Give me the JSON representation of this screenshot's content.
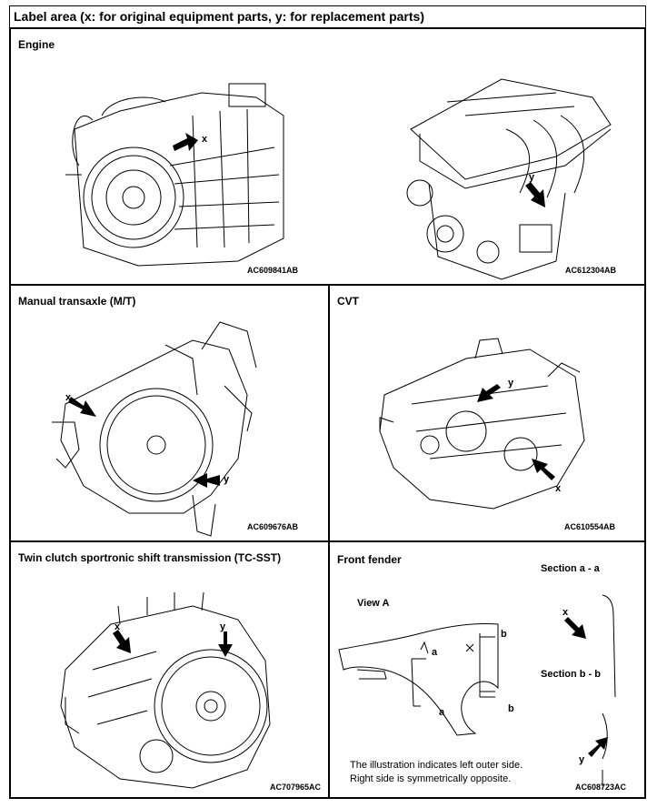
{
  "header": {
    "title": "Label area (x: for original equipment parts, y: for replacement parts)"
  },
  "panels": [
    {
      "label": "Engine",
      "codes": [
        "AC609841AB",
        "AC612304AB"
      ],
      "markers": [
        "x",
        "y"
      ]
    },
    {
      "label": "Manual transaxle (M/T)",
      "codes": [
        "AC609676AB"
      ],
      "markers": [
        "x",
        "y"
      ]
    },
    {
      "label": "CVT",
      "codes": [
        "AC610554AB"
      ],
      "markers": [
        "y",
        "x"
      ]
    },
    {
      "label": "Twin clutch sportronic shift transmission (TC-SST)",
      "codes": [
        "AC707965AC"
      ],
      "markers": [
        "x",
        "y"
      ]
    },
    {
      "label": "Front fender",
      "codes": [
        "AC608723AC"
      ],
      "view_label": "View A",
      "section_aa": "Section a - a",
      "section_bb": "Section b - b",
      "marks": [
        "a",
        "a",
        "b",
        "b"
      ],
      "markers": [
        "x",
        "y"
      ],
      "note_line1": "The illustration indicates left outer side.",
      "note_line2": "Right side is symmetrically opposite."
    }
  ]
}
